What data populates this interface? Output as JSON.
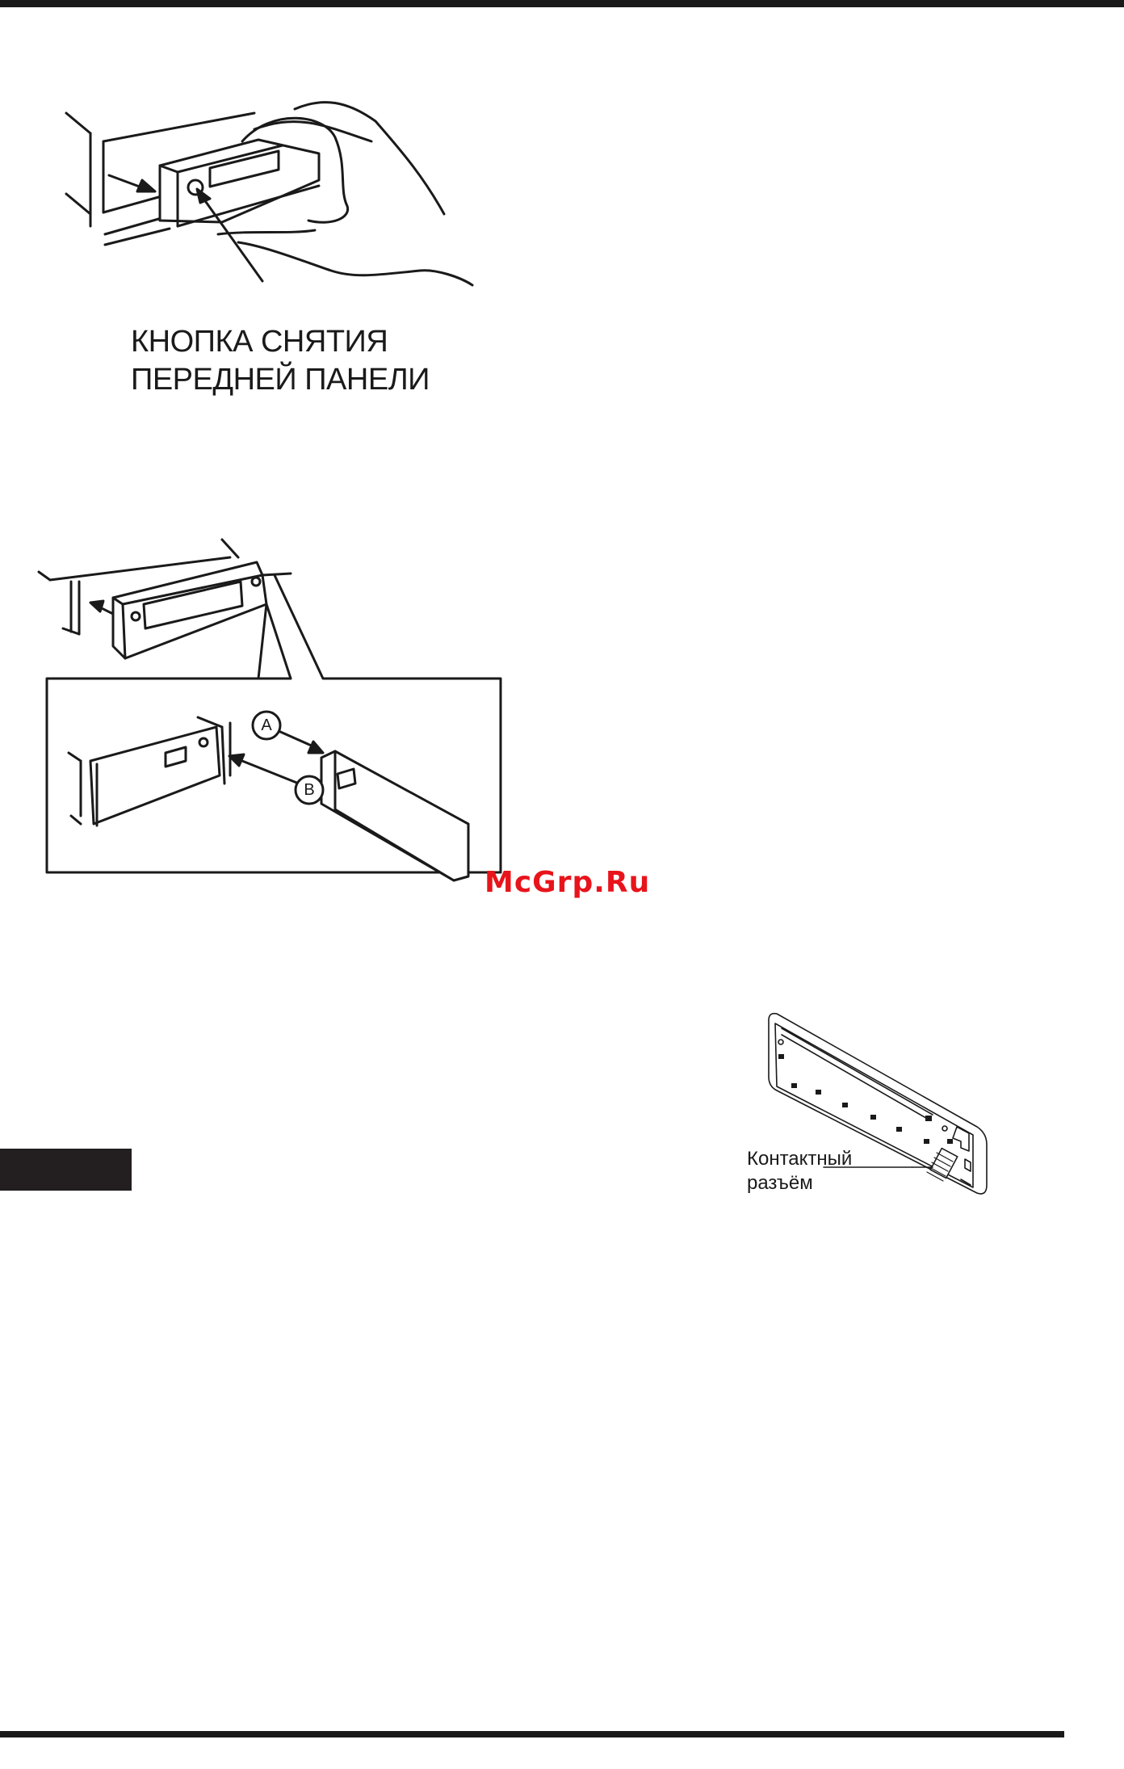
{
  "figure1": {
    "caption_line1": "КНОПКА СНЯТИЯ",
    "caption_line2": "ПЕРЕДНЕЙ ПАНЕЛИ"
  },
  "figure2": {
    "label_a": "A",
    "label_b": "B"
  },
  "watermark": "McGrp.Ru",
  "figure3": {
    "caption_line1": "Контактный",
    "caption_line2": "разъём"
  }
}
